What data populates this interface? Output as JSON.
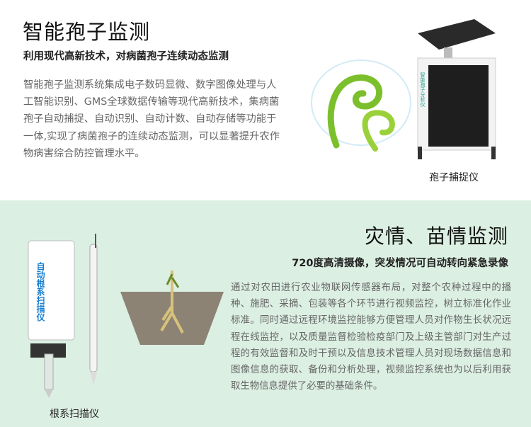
{
  "spore": {
    "title": "智能孢子监测",
    "subtitle": "利用现代高新技术，对病菌孢子连续动态监测",
    "description": "智能孢子监测系统集成电子数码显微、数字图像处理与人工智能识别、GMS全球数据传输等现代高新技术，集病菌孢子自动捕捉、自动识别、自动计数、自动存储等功能于一体,实现了病菌孢子的连续动态监测，可以显著提升农作物病害综合防控管理水平。",
    "device_caption": "孢子捕捉仪",
    "device_label": "智能孢子分析仪"
  },
  "disaster": {
    "title": "灾情、苗情监测",
    "subtitle": "720度高清摄像，突发情况可自动转向紧急录像",
    "description": "通过对农田进行农业物联网传感器布局，对整个农种过程中的播种、施肥、采摘、包装等各个环节进行视频监控，树立标准化作业标准。同时通过远程环境监控能够方便管理人员对作物生长状况远程在线监控，以及质量监督检验检疫部门及上级主管部门对生产过程的有效监督和及时干预以及信息技术管理人员对现场数据信息和图像信息的获取、备份和分析处理，视频监控系统也为以后利用获取生物信息提供了必要的基础条件。",
    "device_caption": "根系扫描仪",
    "device_label": "自动根系扫描仪"
  },
  "colors": {
    "section_bg": "#dcefe3",
    "accent": "#1a7fd0"
  }
}
